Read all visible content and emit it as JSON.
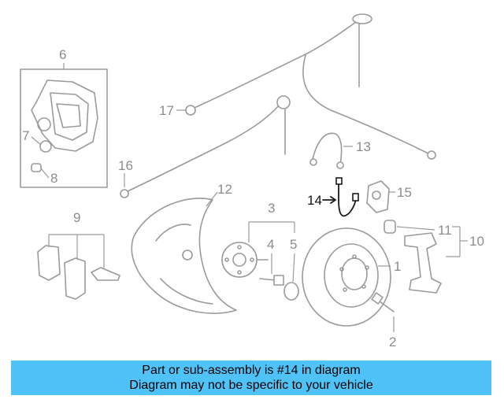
{
  "callouts": [
    "1",
    "2",
    "3",
    "4",
    "5",
    "6",
    "7",
    "8",
    "9",
    "10",
    "11",
    "12",
    "13",
    "14",
    "15",
    "16",
    "17"
  ],
  "highlighted_part": "14",
  "banner": {
    "line1": "Part or sub-assembly is #14 in diagram",
    "line2": "Diagram may not be specific to your vehicle",
    "background": "#4fc3f7"
  },
  "colors": {
    "line_art": "#9a9a9a",
    "highlight": "#1a1a1a"
  }
}
